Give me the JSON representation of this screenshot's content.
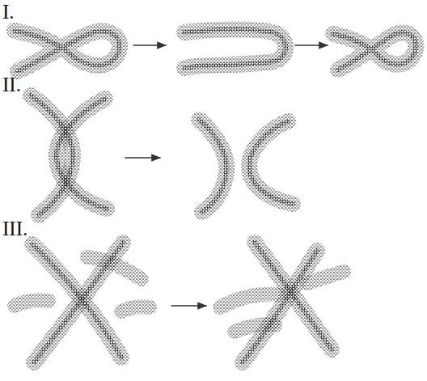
{
  "diagram": {
    "labels": [
      "I.",
      "II.",
      "III."
    ]
  }
}
